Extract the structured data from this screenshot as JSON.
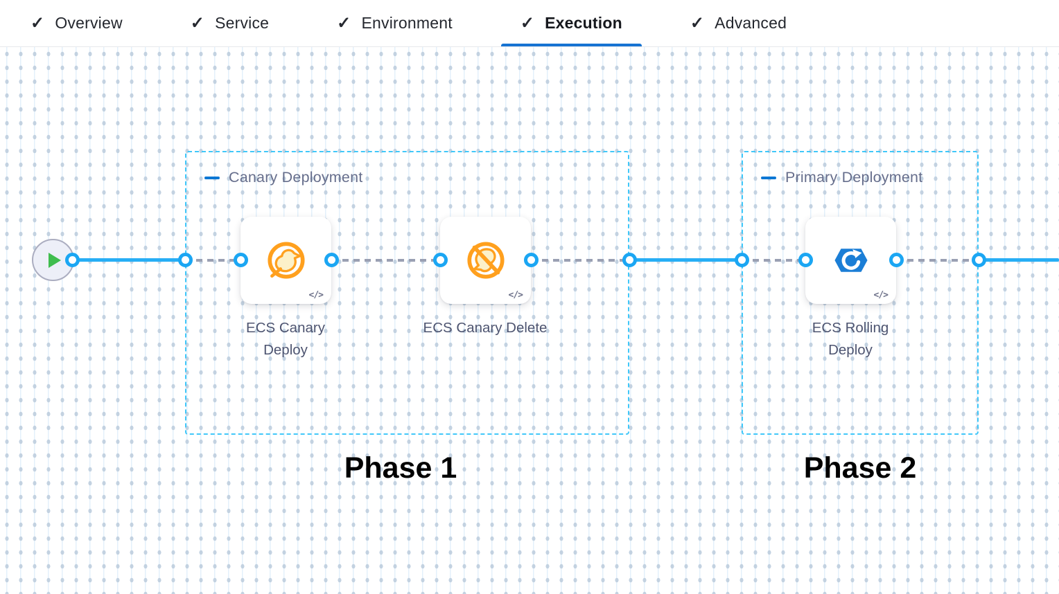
{
  "icons": {
    "check": "✓"
  },
  "tabs": {
    "items": [
      {
        "label": "Overview",
        "completed": true,
        "active": false
      },
      {
        "label": "Service",
        "completed": true,
        "active": false
      },
      {
        "label": "Environment",
        "completed": true,
        "active": false
      },
      {
        "label": "Execution",
        "completed": true,
        "active": true
      },
      {
        "label": "Advanced",
        "completed": true,
        "active": false
      }
    ]
  },
  "canvas": {
    "code_badge": "</>",
    "start_node": {
      "type": "start",
      "icon": "play-icon"
    },
    "stages": [
      {
        "name": "Canary Deployment",
        "collapse_icon": "minus-icon",
        "annotation": "Phase 1",
        "steps": [
          {
            "label": "ECS Canary Deploy",
            "icon": "canary-deploy-icon"
          },
          {
            "label": "ECS Canary Delete",
            "icon": "canary-delete-icon"
          }
        ]
      },
      {
        "name": "Primary Deployment",
        "collapse_icon": "minus-icon",
        "annotation": "Phase 2",
        "steps": [
          {
            "label": "ECS Rolling Deploy",
            "icon": "ecs-rolling-deploy-icon"
          }
        ]
      }
    ]
  },
  "colors": {
    "accent_blue": "#1673D2",
    "flow_blue": "#27AEF5",
    "connector_blue": "#1BA6F3",
    "group_border_blue": "#40C7F9",
    "dashed_gray": "#9aa0b3",
    "canary_orange": "#FFA01E",
    "canary_body": "#FCF1C9",
    "ecs_blue": "#1B7ED6",
    "play_green": "#3FBD4E"
  }
}
